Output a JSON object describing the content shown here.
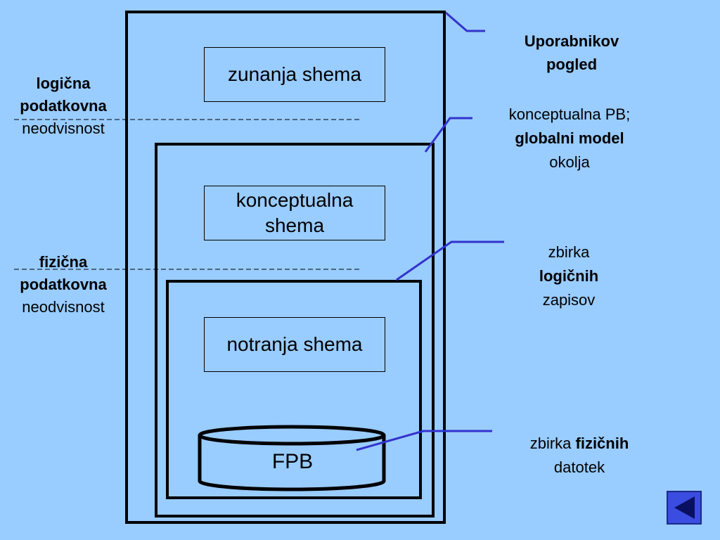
{
  "schemas": {
    "external": "zunanja shema",
    "conceptual_line1": "konceptualna",
    "conceptual_line2": "shema",
    "internal": "notranja shema",
    "storage": "FPB"
  },
  "left_labels": {
    "logical": {
      "line1": "logična",
      "line2": "podatkovna",
      "line3": "neodvisnost"
    },
    "physical": {
      "line1": "fizična",
      "line2": "podatkovna",
      "line3": "neodvisnost"
    }
  },
  "right_labels": {
    "user_view": {
      "line1": "Uporabnikov",
      "line2": "pogled"
    },
    "conceptual_db": {
      "line1": "konceptualna PB;",
      "line2_bold": "globalni model",
      "line3": "okolja"
    },
    "logical_records": {
      "line1": "zbirka",
      "line2_bold": "logičnih",
      "line3": "zapisov"
    },
    "physical_files": {
      "line1_normal": "zbirka ",
      "line1_bold": "fizičnih",
      "line2": "datotek"
    }
  },
  "colors": {
    "background": "#99ccff",
    "connector": "#3333cc",
    "nav_button": "#3a4de0"
  },
  "nav": {
    "icon": "triangle-left-icon"
  }
}
